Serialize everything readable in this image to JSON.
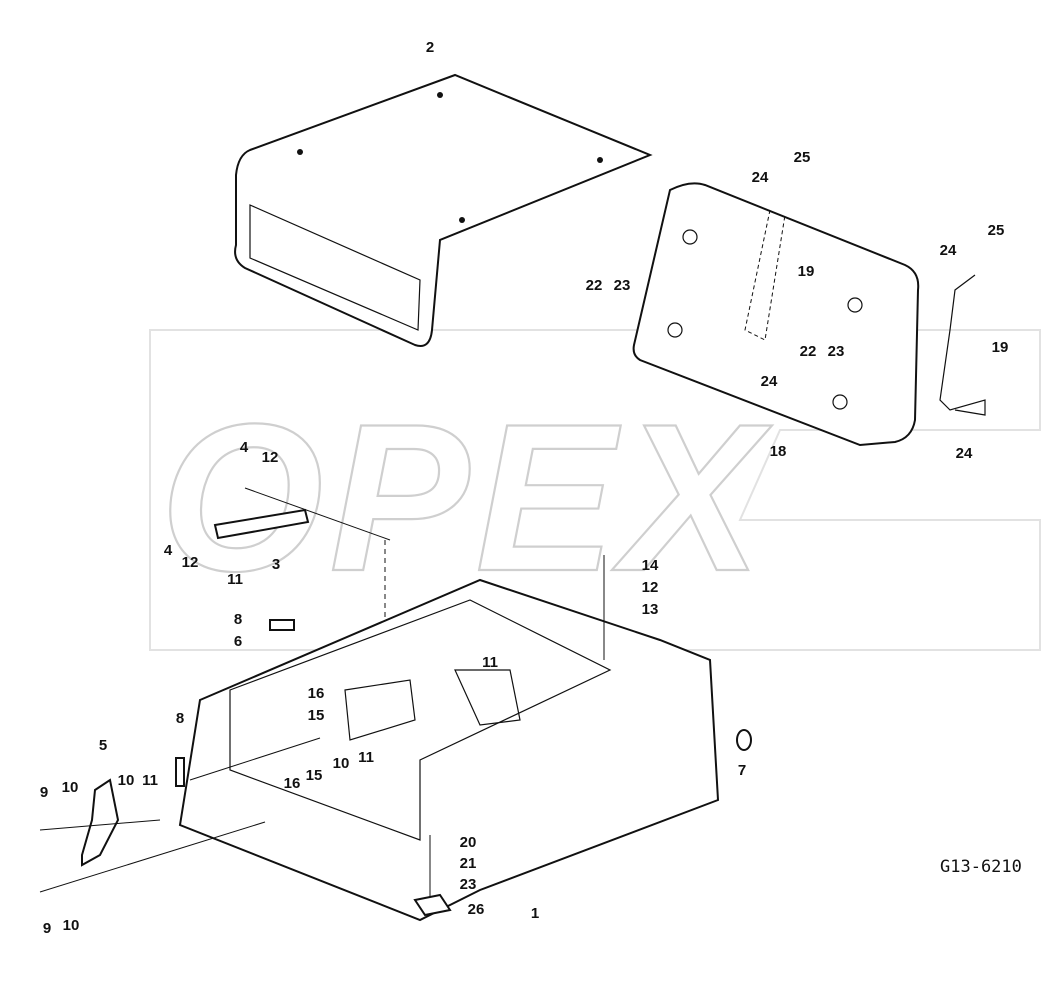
{
  "drawing_code": "G13-6210",
  "watermark_text": "OPEX",
  "callouts": [
    {
      "id": "c2",
      "text": "2"
    },
    {
      "id": "c25a",
      "text": "25"
    },
    {
      "id": "c24a",
      "text": "24"
    },
    {
      "id": "c25b",
      "text": "25"
    },
    {
      "id": "c24b",
      "text": "24"
    },
    {
      "id": "c19a",
      "text": "19"
    },
    {
      "id": "c22a",
      "text": "22"
    },
    {
      "id": "c23a",
      "text": "23"
    },
    {
      "id": "c22b",
      "text": "22"
    },
    {
      "id": "c23b",
      "text": "23"
    },
    {
      "id": "c24c",
      "text": "24"
    },
    {
      "id": "c19b",
      "text": "19"
    },
    {
      "id": "c18",
      "text": "18"
    },
    {
      "id": "c24d",
      "text": "24"
    },
    {
      "id": "c4a",
      "text": "4"
    },
    {
      "id": "c12a",
      "text": "12"
    },
    {
      "id": "c4b",
      "text": "4"
    },
    {
      "id": "c12b",
      "text": "12"
    },
    {
      "id": "c11a",
      "text": "11"
    },
    {
      "id": "c3",
      "text": "3"
    },
    {
      "id": "c14",
      "text": "14"
    },
    {
      "id": "c12c",
      "text": "12"
    },
    {
      "id": "c13",
      "text": "13"
    },
    {
      "id": "c8a",
      "text": "8"
    },
    {
      "id": "c6",
      "text": "6"
    },
    {
      "id": "c11b",
      "text": "11"
    },
    {
      "id": "c16a",
      "text": "16"
    },
    {
      "id": "c15a",
      "text": "15"
    },
    {
      "id": "c8b",
      "text": "8"
    },
    {
      "id": "c5",
      "text": "5"
    },
    {
      "id": "c7",
      "text": "7"
    },
    {
      "id": "c16b",
      "text": "16"
    },
    {
      "id": "c15b",
      "text": "15"
    },
    {
      "id": "c10a",
      "text": "10"
    },
    {
      "id": "c11c",
      "text": "11"
    },
    {
      "id": "c9a",
      "text": "9"
    },
    {
      "id": "c10b",
      "text": "10"
    },
    {
      "id": "c10c",
      "text": "10"
    },
    {
      "id": "c11d",
      "text": "11"
    },
    {
      "id": "c20",
      "text": "20"
    },
    {
      "id": "c21",
      "text": "21"
    },
    {
      "id": "c23c",
      "text": "23"
    },
    {
      "id": "c1",
      "text": "1"
    },
    {
      "id": "c26",
      "text": "26"
    },
    {
      "id": "c9b",
      "text": "9"
    },
    {
      "id": "c10d",
      "text": "10"
    }
  ]
}
